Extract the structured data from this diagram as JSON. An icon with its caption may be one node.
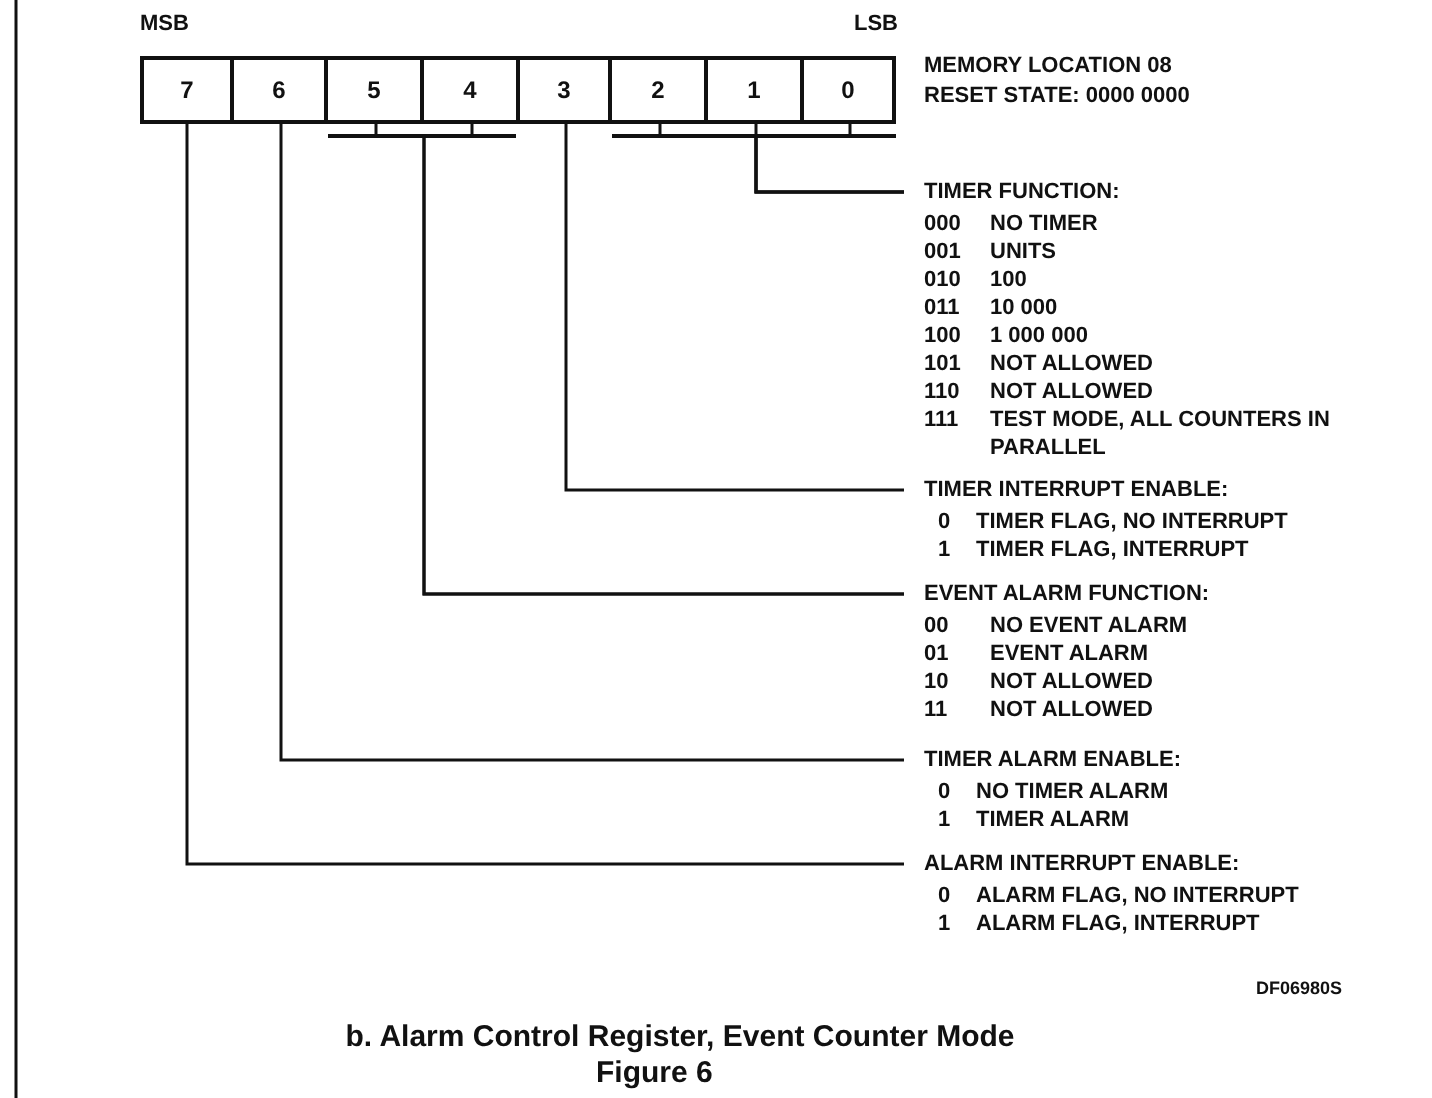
{
  "diagram": {
    "caption": "b. Alarm Control Register, Event Counter Mode",
    "nodes": [
      {
        "text": [
          "7"
        ]
      },
      {
        "text": [
          "6"
        ]
      },
      {
        "text": [
          "5"
        ]
      },
      {
        "text": [
          "4"
        ]
      },
      {
        "text": [
          "3"
        ]
      },
      {
        "text": [
          "2"
        ]
      },
      {
        "text": [
          "1"
        ]
      },
      {
        "text": [
          "0"
        ]
      },
      {
        "text": [
          "TIMER FUNCTION:",
          "000 NO TIMER",
          "001 UNITS",
          "010 100",
          "011 10 000",
          "100 1 000 000",
          "101 NOT ALLOWED",
          "110 NOT ALLOWED",
          "111 TEST MODE, ALL COUNTERS IN PARALLEL"
        ]
      },
      {
        "text": [
          "TIMER INTERRUPT ENABLE:",
          "0 TIMER FLAG, NO INTERRUPT",
          "1 TIMER FLAG, INTERRUPT"
        ]
      },
      {
        "text": [
          "EVENT ALARM FUNCTION:",
          "00 NO EVENT ALARM",
          "01 EVENT ALARM",
          "10 NOT ALLOWED",
          "11 NOT ALLOWED"
        ]
      },
      {
        "text": [
          "TIMER ALARM ENABLE:",
          "0 NO TIMER ALARM",
          "1 TIMER ALARM"
        ]
      },
      {
        "text": [
          "ALARM INTERRUPT ENABLE:",
          "0 ALARM FLAG, NO INTERRUPT",
          "1 ALARM FLAG, INTERRUPT"
        ]
      }
    ],
    "edges": [
      {
        "from": 0,
        "to": 12,
        "arrow": "none"
      },
      {
        "from": 1,
        "to": 11,
        "arrow": "none"
      },
      {
        "from": 2,
        "to": 10,
        "arrow": "none"
      },
      {
        "from": 3,
        "to": 10,
        "arrow": "none"
      },
      {
        "from": 4,
        "to": 9,
        "arrow": "none"
      },
      {
        "from": 5,
        "to": 8,
        "arrow": "none"
      },
      {
        "from": 6,
        "to": 8,
        "arrow": "none"
      },
      {
        "from": 7,
        "to": 8,
        "arrow": "none"
      }
    ],
    "labels": [
      "MSB",
      "LSB",
      "MEMORY LOCATION 08",
      "RESET STATE: 0000 0000",
      "DF06980S",
      "Figure 6"
    ]
  }
}
